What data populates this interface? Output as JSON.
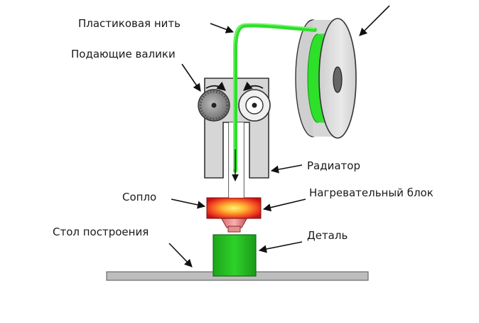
{
  "labels": {
    "filament": "Пластиковая нить",
    "feed_rollers": "Подающие валики",
    "radiator": "Радиатор",
    "nozzle": "Сопло",
    "heater_block": "Нагревательный блок",
    "build_plate": "Стол построения",
    "part": "Деталь"
  },
  "colors": {
    "filament": "#2ee02a",
    "heater_core": "#ffe24a",
    "heater_edge": "#e0201a",
    "part": "#22b81e",
    "radiator": "#d9d9d9",
    "roller": "#9a9a9a",
    "plate": "#b9b9b9",
    "spool": "#dcdcdc"
  }
}
